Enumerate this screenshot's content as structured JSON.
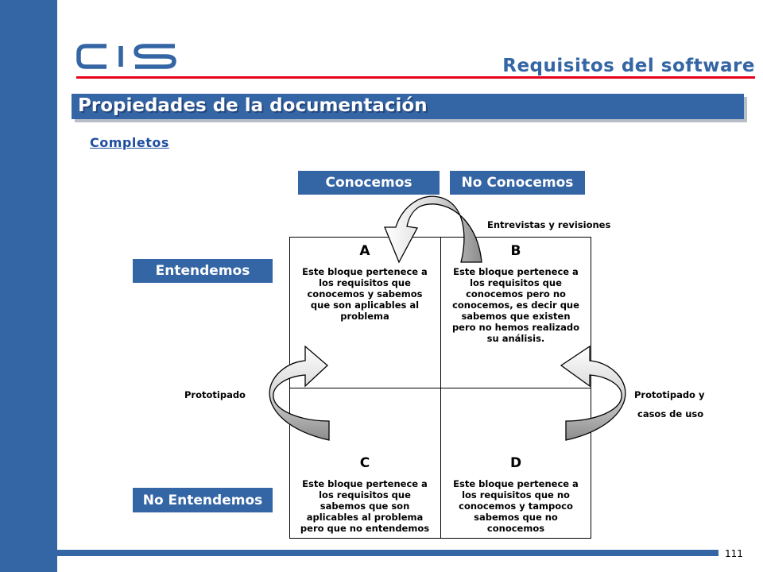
{
  "header": {
    "logo_text": "CIS",
    "title": "Requisitos del software"
  },
  "section": {
    "title": "Propiedades de la documentación",
    "subtitle": "Completos"
  },
  "columns": {
    "known": "Conocemos",
    "unknown": "No Conocemos"
  },
  "rows": {
    "understood": "Entendemos",
    "not_understood": "No Entendemos"
  },
  "quadrants": {
    "a": {
      "letter": "A",
      "text": "Este bloque pertenece a los requisitos que conocemos y sabemos que son aplicables al problema"
    },
    "b": {
      "letter": "B",
      "text": "Este bloque pertenece a los requisitos que conocemos pero no conocemos, es decir que sabemos que existen pero no hemos realizado su análisis."
    },
    "c": {
      "letter": "C",
      "text": "Este bloque pertenece a los requisitos que sabemos que son aplicables al problema pero que no entendemos"
    },
    "d": {
      "letter": "D",
      "text": "Este bloque pertenece a los requisitos que no conocemos y tampoco sabemos que no conocemos"
    }
  },
  "arrow_labels": {
    "top": "Entrevistas y revisiones",
    "left": "Prototipado",
    "right_line1": "Prototipado y",
    "right_line2": "casos de uso"
  },
  "colors": {
    "brand_blue": "#3465a4",
    "accent_red": "#e8001c",
    "arrow_gray": "#a0a0a0"
  },
  "footer": {
    "page_number": "111"
  }
}
